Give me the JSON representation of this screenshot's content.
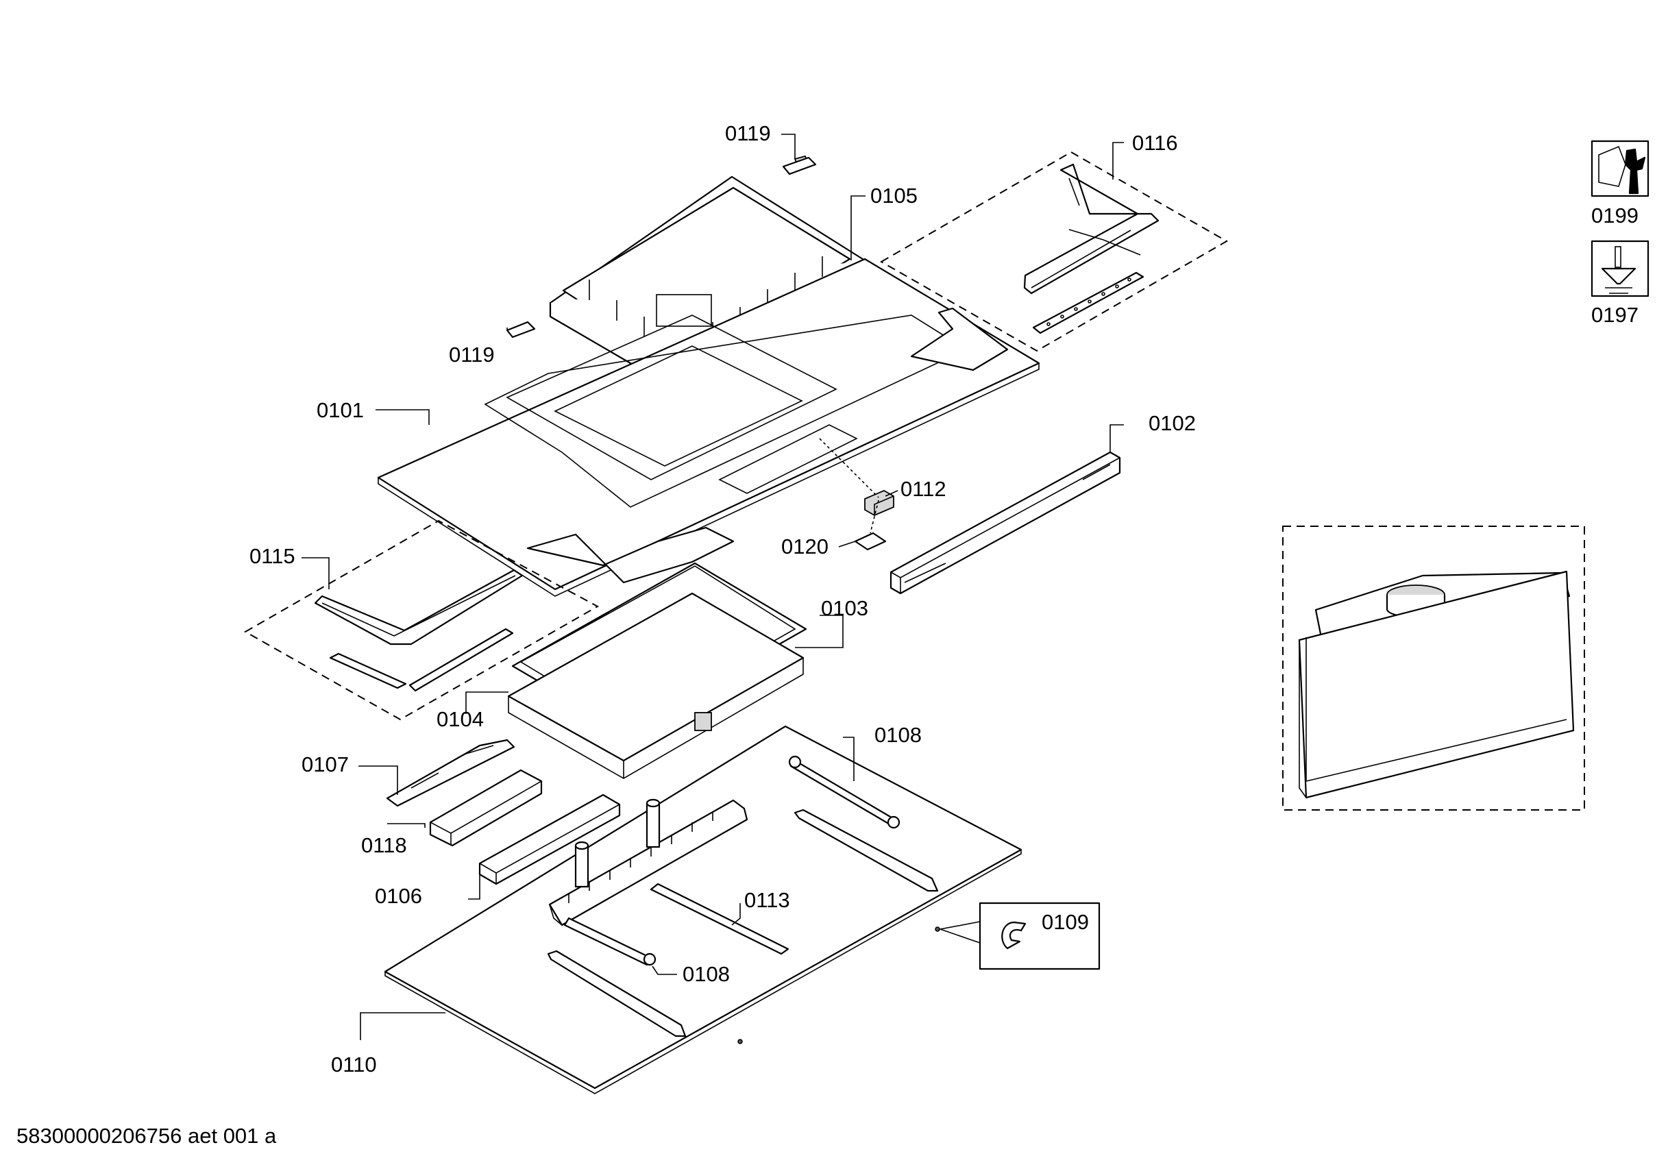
{
  "document_id": "58300000206756 aet 001 a",
  "symbols": [
    {
      "icon": "nut-wrench-icon",
      "label": "0199"
    },
    {
      "icon": "screw-icon",
      "label": "0197"
    }
  ],
  "parts": {
    "p0101": "0101",
    "p0102": "0102",
    "p0103": "0103",
    "p0104": "0104",
    "p0105": "0105",
    "p0106": "0106",
    "p0107": "0107",
    "p0108a": "0108",
    "p0108b": "0108",
    "p0109": "0109",
    "p0110": "0110",
    "p0112": "0112",
    "p0113": "0113",
    "p0115": "0115",
    "p0116": "0116",
    "p0118": "0118",
    "p0119a": "0119",
    "p0119b": "0119",
    "p0120": "0120"
  }
}
